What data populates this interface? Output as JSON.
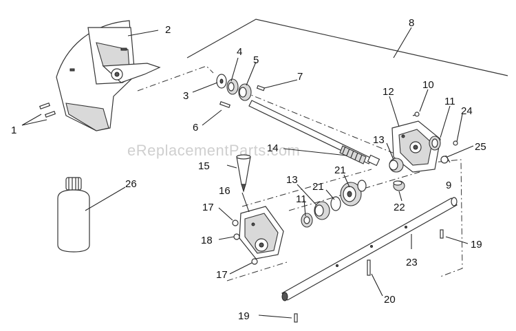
{
  "watermark": "eReplacementParts.com",
  "callouts": [
    "1",
    "2",
    "3",
    "4",
    "5",
    "6",
    "7",
    "8",
    "9",
    "10",
    "11",
    "11",
    "12",
    "13",
    "13",
    "14",
    "15",
    "16",
    "17",
    "17",
    "18",
    "19",
    "19",
    "20",
    "21",
    "21",
    "22",
    "23",
    "24",
    "25",
    "26"
  ]
}
